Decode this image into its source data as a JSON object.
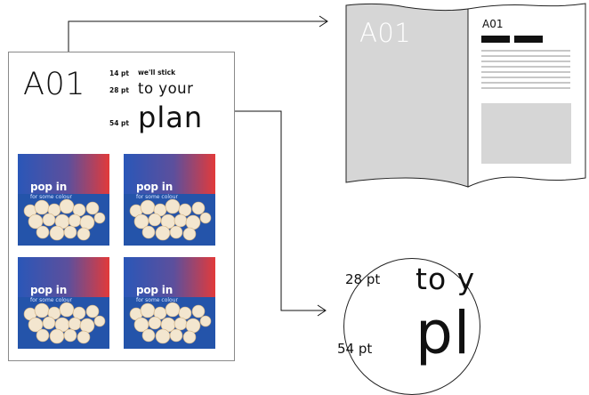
{
  "poster": {
    "code": "A01",
    "sizes": [
      {
        "label": "14 pt",
        "sample": "we'll stick"
      },
      {
        "label": "28 pt",
        "sample": "to your"
      },
      {
        "label": "54 pt",
        "sample": "plan"
      }
    ],
    "sticker": {
      "title": "pop in",
      "subtitle": "for some colour"
    }
  },
  "book": {
    "left_code": "A01",
    "right_code": "A01"
  },
  "magnifier": {
    "label_28": "28 pt",
    "label_54": "54 pt",
    "sample_28": "to y",
    "sample_54": "pl"
  },
  "colors": {
    "blue": "#2454aa",
    "red": "#e23a3a",
    "page_grey": "#d6d6d6",
    "line": "#111111"
  }
}
